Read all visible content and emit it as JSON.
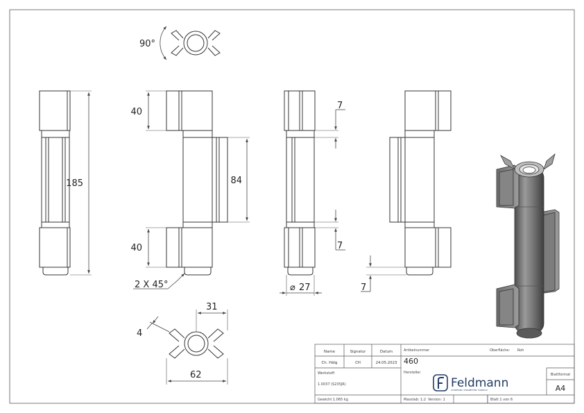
{
  "drawing": {
    "dimensions": {
      "angle": "90°",
      "height_total": "185",
      "leaf_top": "40",
      "middle": "84",
      "leaf_bottom": "40",
      "chamfer": "2 X 45°",
      "ring_gap_top": "7",
      "ring_gap_bottom": "7",
      "diameter": "27",
      "diameter_symbol": "⌀",
      "pin_gap": "7",
      "thickness": "4",
      "wing_span_half": "31",
      "wing_span": "62"
    }
  },
  "title_block": {
    "name_label": "Name",
    "signature_label": "Signatur",
    "date_label": "Datum",
    "name": "Ch. Hälg",
    "signature": "CH",
    "date": "24.05.2023",
    "article_number_label": "Artikelnummer",
    "article_number": "460",
    "surface_label": "Oberfläche:",
    "surface": "Roh",
    "manufacturer_label": "Hersteller",
    "material_label": "Werkstoff:",
    "material": "1.0037 (S235JR)",
    "weight": "Gewicht 1.065 kg",
    "scale": "Masstab: 1:2",
    "version": "Version: 1",
    "sheet": "Blatt 1 von 6",
    "format_label": "Blattformat",
    "format": "A4",
    "logo_text": "Feldmann",
    "logo_tagline": "SCHWEIßEN, VERARBEITEN, HANDELN"
  },
  "colors": {
    "line": "#333333",
    "dim_line": "#444444",
    "shade_dark": "#6b6b6b",
    "shade_mid": "#8a8a8a",
    "shade_light": "#b0b0b0",
    "brand": "#1f3b63"
  }
}
